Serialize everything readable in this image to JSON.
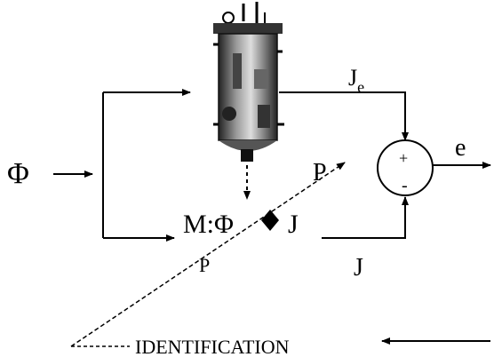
{
  "diagram": {
    "input_label": "Φ",
    "measured_output_label": "J",
    "measured_output_sub": "e",
    "model_label": "M:Φ",
    "model_output_label": "J",
    "model_output_line_label": "J",
    "parameter_label_upper": "P",
    "parameter_label_lower": "P",
    "sum_plus": "+",
    "sum_minus": "-",
    "error_label": "e",
    "identification_label": "IDENTIFICATION",
    "reactor_icon": "bioreactor-vessel-icon",
    "colors": {
      "ink": "#000000",
      "background": "#ffffff"
    }
  }
}
